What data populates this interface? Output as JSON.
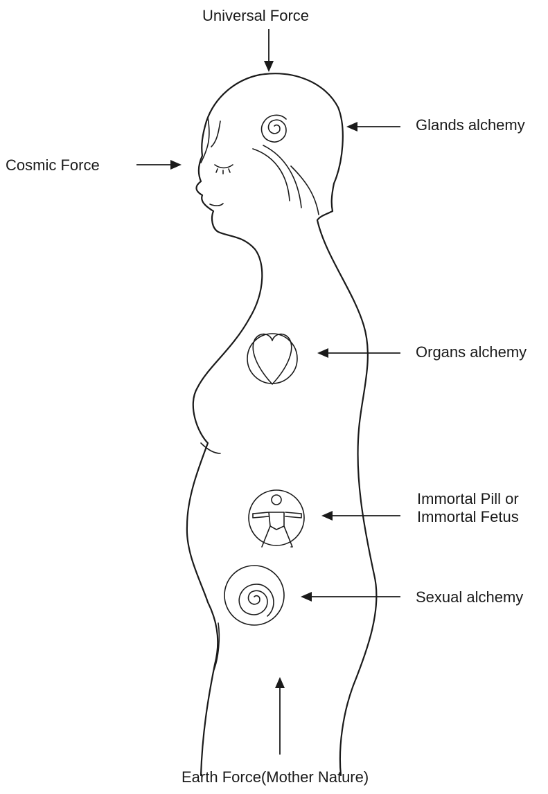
{
  "labels": {
    "universal_force": "Universal Force",
    "glands_alchemy": "Glands alchemy",
    "cosmic_force": "Cosmic Force",
    "organs_alchemy": "Organs alchemy",
    "immortal_line1": "Immortal Pill or",
    "immortal_line2": "Immortal Fetus",
    "sexual_alchemy": "Sexual alchemy",
    "earth_force": "Earth Force(Mother Nature)"
  },
  "icons": {
    "head": "spiral-icon",
    "chest": "heart-icon",
    "abdomen": "human-figure-icon",
    "pelvis": "spiral-icon"
  }
}
